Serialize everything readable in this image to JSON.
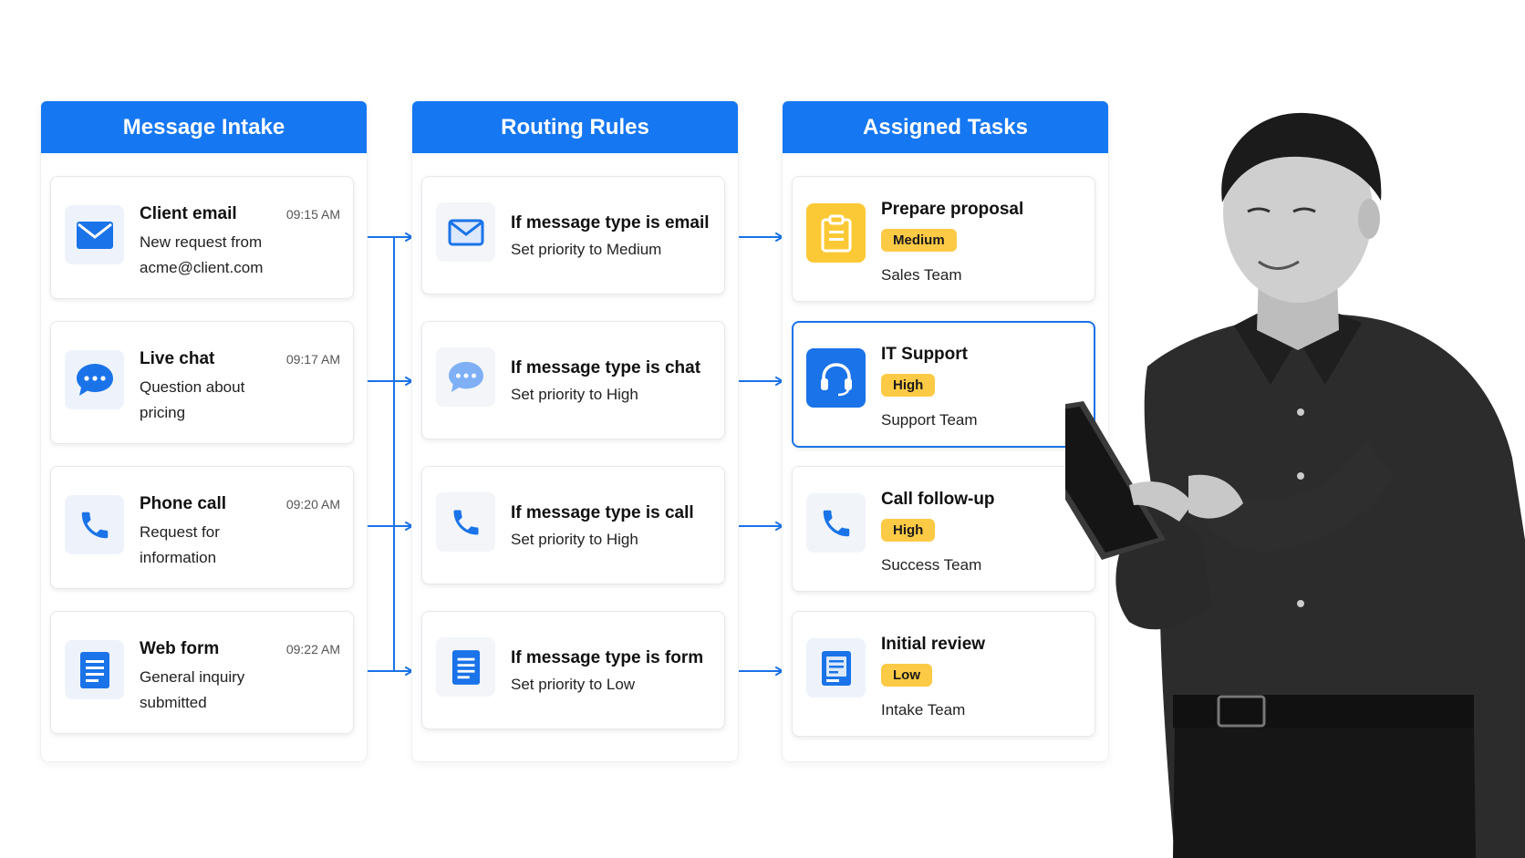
{
  "colors": {
    "header_blue": "#1677f2",
    "accent_blue": "#1a73e8",
    "badge_yellow": "#fdca45",
    "task_yellow": "#fcc936"
  },
  "columns": {
    "intake": {
      "title": "Message Intake",
      "items": [
        {
          "icon": "envelope-icon",
          "title": "Client email",
          "time": "09:15 AM",
          "desc": "New request from acme@client.com"
        },
        {
          "icon": "chat-bubble-icon",
          "title": "Live chat",
          "time": "09:17 AM",
          "desc": "Question about pricing"
        },
        {
          "icon": "phone-icon",
          "title": "Phone call",
          "time": "09:20 AM",
          "desc": "Request for information"
        },
        {
          "icon": "document-icon",
          "title": "Web form",
          "time": "09:22 AM",
          "desc": "General inquiry submitted"
        }
      ]
    },
    "routing": {
      "title": "Routing Rules",
      "rules": [
        {
          "icon": "envelope-icon",
          "condition": "If message type is email",
          "action": "Set priority to Medium"
        },
        {
          "icon": "chat-bubble-icon",
          "condition": "If message type is chat",
          "action": "Set priority to High"
        },
        {
          "icon": "phone-icon",
          "condition": "If message type is call",
          "action": "Set priority to High"
        },
        {
          "icon": "document-icon",
          "condition": "If message type is form",
          "action": "Set priority to Low"
        }
      ]
    },
    "tasks": {
      "title": "Assigned Tasks",
      "items": [
        {
          "icon": "clipboard-icon",
          "name": "Prepare proposal",
          "priority": "Medium",
          "team": "Sales Team"
        },
        {
          "icon": "headset-icon",
          "name": "IT Support",
          "priority": "High",
          "team": "Support Team",
          "highlighted": true
        },
        {
          "icon": "phone-icon",
          "name": "Call follow-up",
          "priority": "High",
          "team": "Success Team"
        },
        {
          "icon": "form-icon",
          "name": "Initial review",
          "priority": "Low",
          "team": "Intake Team"
        }
      ]
    }
  }
}
